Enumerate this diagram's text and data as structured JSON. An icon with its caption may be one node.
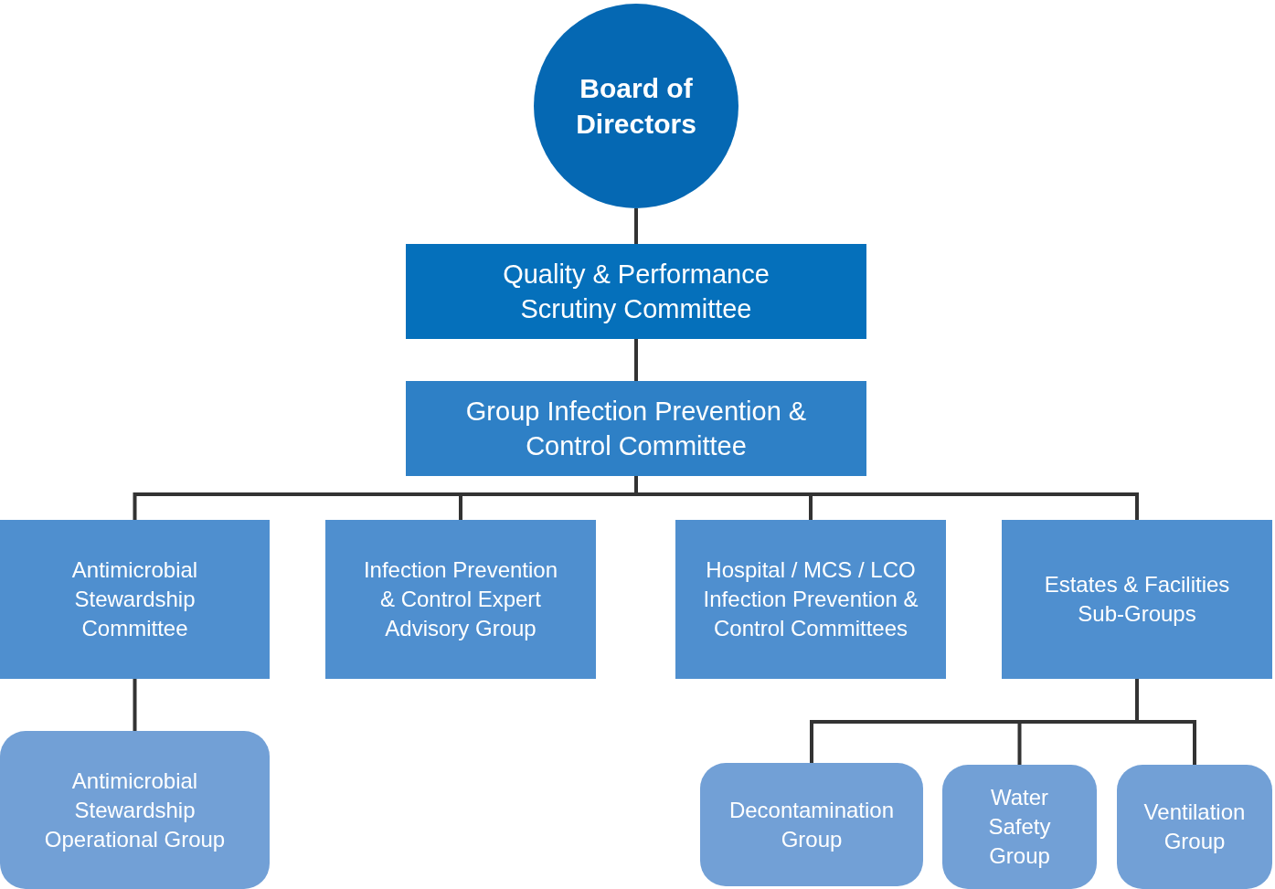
{
  "diagram": {
    "nodes": [
      {
        "text": [
          "Board of Directors"
        ]
      },
      {
        "text": [
          "Quality & Performance Scrutiny Committee"
        ]
      },
      {
        "text": [
          "Group Infection Prevention & Control Committee"
        ]
      },
      {
        "text": [
          "Antimicrobial Stewardship Committee"
        ]
      },
      {
        "text": [
          "Infection Prevention & Control Expert Advisory Group"
        ]
      },
      {
        "text": [
          "Hospital / MCS / LCO Infection Prevention & Control Committees"
        ]
      },
      {
        "text": [
          "Estates & Facilities Sub-Groups"
        ]
      },
      {
        "text": [
          "Antimicrobial Stewardship Operational Group"
        ]
      },
      {
        "text": [
          "Decontamination Group"
        ]
      },
      {
        "text": [
          "Water Safety Group"
        ]
      },
      {
        "text": [
          "Ventilation Group"
        ]
      }
    ],
    "edges": [
      {
        "from": 0,
        "to": 1,
        "arrow": "none"
      },
      {
        "from": 1,
        "to": 2,
        "arrow": "none"
      },
      {
        "from": 2,
        "to": 3,
        "arrow": "none"
      },
      {
        "from": 2,
        "to": 4,
        "arrow": "none"
      },
      {
        "from": 2,
        "to": 5,
        "arrow": "none"
      },
      {
        "from": 2,
        "to": 6,
        "arrow": "none"
      },
      {
        "from": 3,
        "to": 7,
        "arrow": "none"
      },
      {
        "from": 6,
        "to": 8,
        "arrow": "none"
      },
      {
        "from": 6,
        "to": 9,
        "arrow": "none"
      },
      {
        "from": 6,
        "to": 10,
        "arrow": "none"
      }
    ]
  }
}
